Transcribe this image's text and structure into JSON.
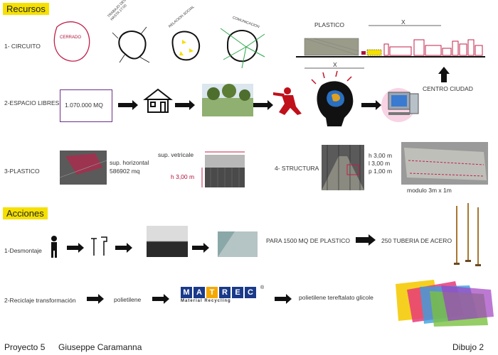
{
  "sections": {
    "recursos": "Recursos",
    "acciones": "Acciones"
  },
  "rows": {
    "circuito": "1- CIRCUITO",
    "espacio_libres": "2-ESPACIO LIBRES",
    "plastico": "3-PLASTICO",
    "structura": "4- STRUCTURA",
    "desmontaje": "1-Desmontaje",
    "reciclaje": "2-Reciclaje transformación"
  },
  "circuito": {
    "cerrado": "CERRADO",
    "trabajo": "TRABAJO DESDE 7:00 HASTA 17:00",
    "relacion_social": "RELACION SOCIAL",
    "comunicacion": "COMUNICACION",
    "plastico_label": "PLASTICO",
    "x_top": "X",
    "x_bottom": "X",
    "centro_ciudad": "CENTRO CIUDAD"
  },
  "espacio": {
    "area": "1.070.000 MQ"
  },
  "plastico": {
    "horizontal_line1": "sup. horizontal",
    "horizontal_line2": "586902 mq",
    "vertical": "sup. vetricale",
    "height": "h 3,00 m"
  },
  "structura": {
    "dim1": "h 3,00 m",
    "dim2": "l 3,00 m",
    "dim3": "p 1,00 m",
    "modulo": "modulo 3m x 1m"
  },
  "desmontaje": {
    "para": "PARA 1500 MQ DE PLASTICO",
    "tuberia": "250 TUBERIA DE ACERO"
  },
  "reciclaje": {
    "polietilene": "polietilene",
    "brand": "MATREC",
    "brand_sub": "Material Recycling",
    "reg": "®",
    "result": "polietilene tereftalato glicole"
  },
  "footer": {
    "project": "Proyecto 5",
    "author": "Giuseppe Caramanna",
    "drawing": "Dibujo 2"
  },
  "colors": {
    "accent_yellow": "#f5e000",
    "accent_red": "#b0123a",
    "accent_purple": "#6b2f86"
  }
}
